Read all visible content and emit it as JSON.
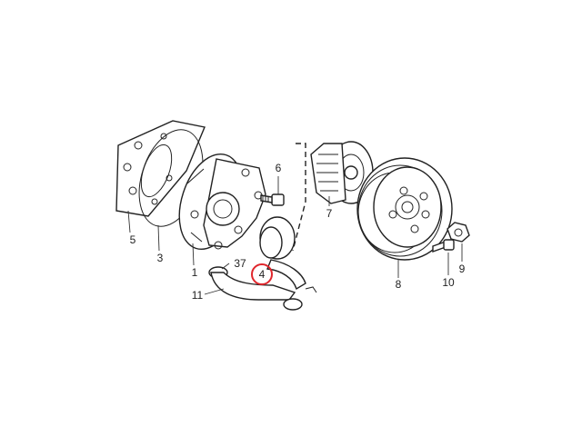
{
  "colors": {
    "background": "#ffffff",
    "line": "#222222",
    "highlight": "#e0262c"
  },
  "labels": {
    "p1": "1",
    "p3": "3",
    "p4": "4",
    "p5": "5",
    "p6": "6",
    "p7": "7",
    "p8": "8",
    "p9": "9",
    "p10": "10",
    "p11": "11",
    "p37": "37"
  },
  "highlighted_part": "4"
}
